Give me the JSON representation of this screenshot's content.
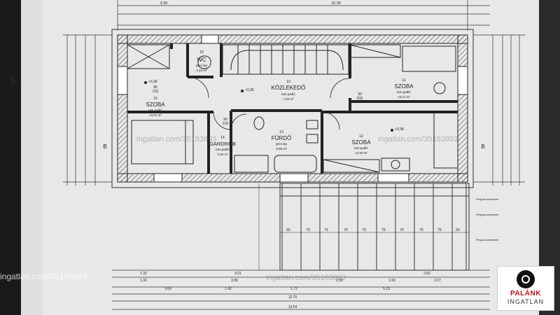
{
  "plan": {
    "rooms": [
      {
        "id": "wc",
        "number": "15",
        "name": "WC",
        "floor": "gres lap",
        "area": "1,44 m²"
      },
      {
        "id": "hall",
        "number": "10",
        "name": "KÖZLEKEDŐ",
        "floor": "lam.padló",
        "area": "7,62 m²"
      },
      {
        "id": "room11",
        "number": "11",
        "name": "SZOBA",
        "floor": "lam.padló",
        "area": "10,11 m²"
      },
      {
        "id": "room16",
        "number": "16",
        "name": "SZOBA",
        "floor": "lam.padló",
        "area": "13,01 m²"
      },
      {
        "id": "wardrobe",
        "number": "14",
        "name": "GARDRÓB",
        "floor": "lam.padló",
        "area": "3,46 m²"
      },
      {
        "id": "bath",
        "number": "13",
        "name": "FÜRDŐ",
        "floor": "gres lap",
        "area": "6,85 m²"
      },
      {
        "id": "room12",
        "number": "12",
        "name": "SZOBA",
        "floor": "lam.padló",
        "area": "12,80 m²"
      }
    ],
    "levels": [
      "+3,36",
      "+3,36",
      "+3,38"
    ],
    "door_labels": [
      "90",
      "210",
      "90",
      "210",
      "90",
      "210"
    ],
    "top_dims": [
      "3.30",
      "10.00"
    ],
    "pergola_spacing": [
      "60",
      "75",
      "75",
      "75",
      "75",
      "75",
      "75",
      "75",
      "75",
      "60"
    ],
    "bottom_dims": {
      "row1": [
        "1.32",
        "3.01",
        "2.82"
      ],
      "row2": [
        "1.32",
        "3.96",
        "2.50",
        "1.60",
        "2.07"
      ],
      "row3": [
        "3.00",
        "1.42",
        "1.72",
        "5.23"
      ],
      "row4": [
        "12.70"
      ],
      "row5": [
        "13.54"
      ]
    },
    "side_labels": [
      "B",
      "B"
    ],
    "callouts": [
      "Pergola szerkezet",
      "Pergola szerkezet",
      "Pergola szerkezet"
    ],
    "watermarks": [
      "ingatlan.com/35183893",
      "ingatlan.com/35183893",
      "ingatlan.com/35183893"
    ]
  },
  "brand": {
    "name": "PALÁNK",
    "sub": "INGATLAN"
  },
  "overlay_url": "ingatlan.com/35183893",
  "colors": {
    "paper": "#e9eceb",
    "line": "#222222",
    "wall": "#8f8f8f",
    "brand_red": "#c0141c"
  }
}
